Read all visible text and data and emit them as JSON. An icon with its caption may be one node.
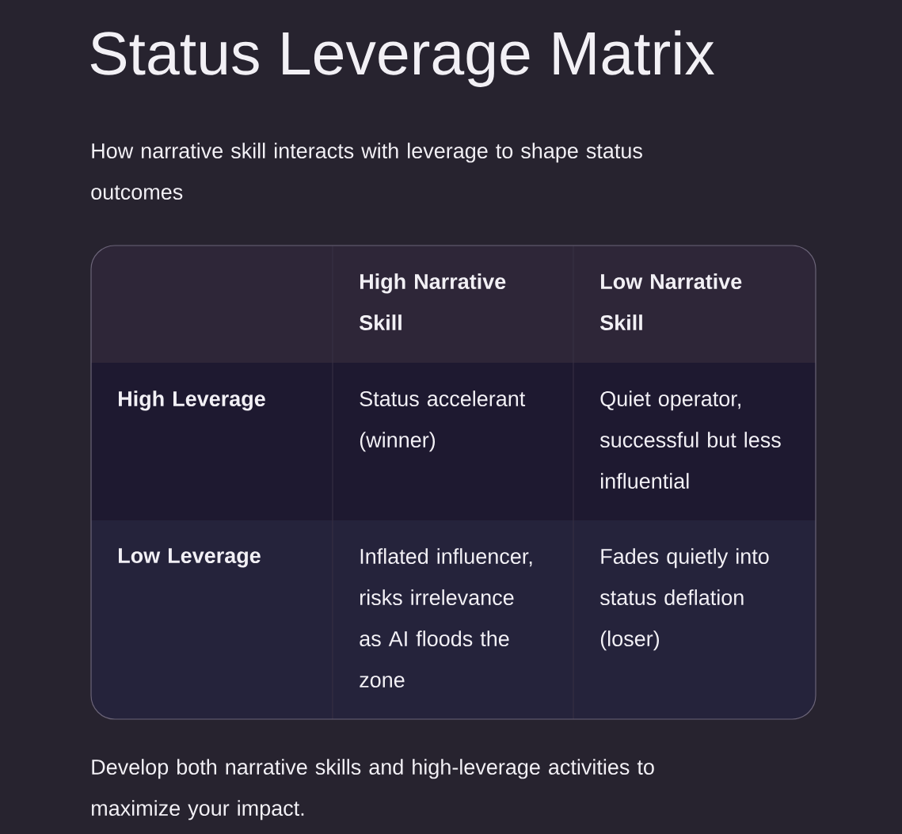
{
  "diagram": {
    "title": "Status Leverage Matrix",
    "labels": [
      "How narrative skill interacts with leverage to shape status outcomes",
      "High Narrative Skill",
      "Low Narrative Skill",
      "High Leverage",
      "Status accelerant (winner)",
      "Quiet operator, successful but less influential",
      "Low Leverage",
      "Inflated influencer, risks irrelevance as AI floods the zone",
      "Fades quietly into status deflation (loser)"
    ],
    "caption": "Develop both narrative skills and high-leverage activities to maximize your impact."
  }
}
